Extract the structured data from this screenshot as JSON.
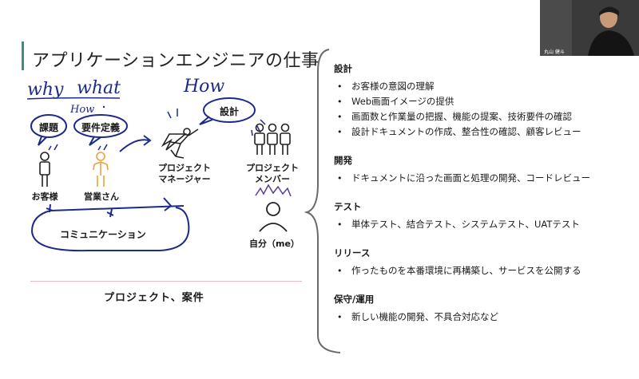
{
  "slide": {
    "title": "アプリケーションエンジニアの仕事",
    "handwriting": {
      "why": "why",
      "what": "what",
      "how_big": "How",
      "how_small": "How"
    },
    "bubbles": {
      "kadai": "課題",
      "youken": "要件定義",
      "sekkei": "設計"
    },
    "actors": {
      "customer": "お客様",
      "sales": "営業さん",
      "pm_line1": "プロジェクト",
      "pm_line2": "マネージャー",
      "members_line1": "プロジェクト",
      "members_line2": "メンバー",
      "self": "自分（me）"
    },
    "communication": "コミュニケーション",
    "footer": "プロジェクト、案件",
    "sections": [
      {
        "title": "設計",
        "items": [
          "お客様の意図の理解",
          "Web画面イメージの提供",
          "画面数と作業量の把握、機能の提案、技術要件の確認",
          "設計ドキュメントの作成、整合性の確認、顧客レビュー"
        ]
      },
      {
        "title": "開発",
        "items": [
          "ドキュメントに沿った画面と処理の開発、コードレビュー"
        ]
      },
      {
        "title": "テスト",
        "items": [
          "単体テスト、結合テスト、システムテスト、UATテスト"
        ]
      },
      {
        "title": "リリース",
        "items": [
          "作ったものを本番環境に再構築し、サービスを公開する"
        ]
      },
      {
        "title": "保守/運用",
        "items": [
          "新しい機能の開発、不具合対応など"
        ]
      }
    ]
  },
  "webcam": {
    "name": "丸山 健斗"
  },
  "colors": {
    "accent_bar": "#3d8f80",
    "ink": "#1e2a8a",
    "sales_orange": "#e8a33c",
    "divider": "#e7b9c3"
  }
}
